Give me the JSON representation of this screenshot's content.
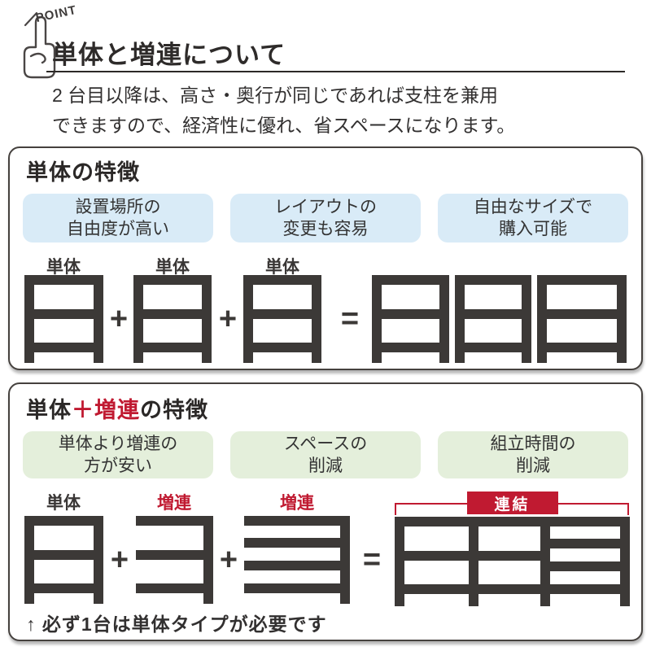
{
  "point": {
    "label": "POINT"
  },
  "header": {
    "title": "単体と増連について",
    "desc1": "2 台目以降は、高さ・奥行が同じであれば支柱を兼用",
    "desc2": "できますので、経済性に優れ、省スペースになります。"
  },
  "ops": {
    "plus": "+",
    "equals": "="
  },
  "section_standalone": {
    "title": "単体の特徴",
    "features": [
      {
        "line1": "設置場所の",
        "line2": "自由度が高い"
      },
      {
        "line1": "レイアウトの",
        "line2": "変更も容易"
      },
      {
        "line1": "自由なサイズで",
        "line2": "購入可能"
      }
    ],
    "unit_labels": [
      "単体",
      "単体",
      "単体"
    ]
  },
  "section_addon": {
    "title": {
      "part1": "単体",
      "part2": "＋増連",
      "part3": "の特徴"
    },
    "features": [
      {
        "line1": "単体より増連の",
        "line2": "方が安い"
      },
      {
        "line1": "スペースの",
        "line2": "削減"
      },
      {
        "line1": "組立時間の",
        "line2": "削減"
      }
    ],
    "unit_labels": [
      {
        "text": "単体"
      },
      {
        "text": "増連"
      },
      {
        "text": "増連"
      }
    ],
    "connection_label": "連結",
    "note": "↑ 必ず1台は単体タイプが必要です"
  },
  "colors": {
    "dark": "#3c3937",
    "red": "#c01a31",
    "light_blue": "#d9ebf7",
    "light_green": "#e4efdb"
  }
}
